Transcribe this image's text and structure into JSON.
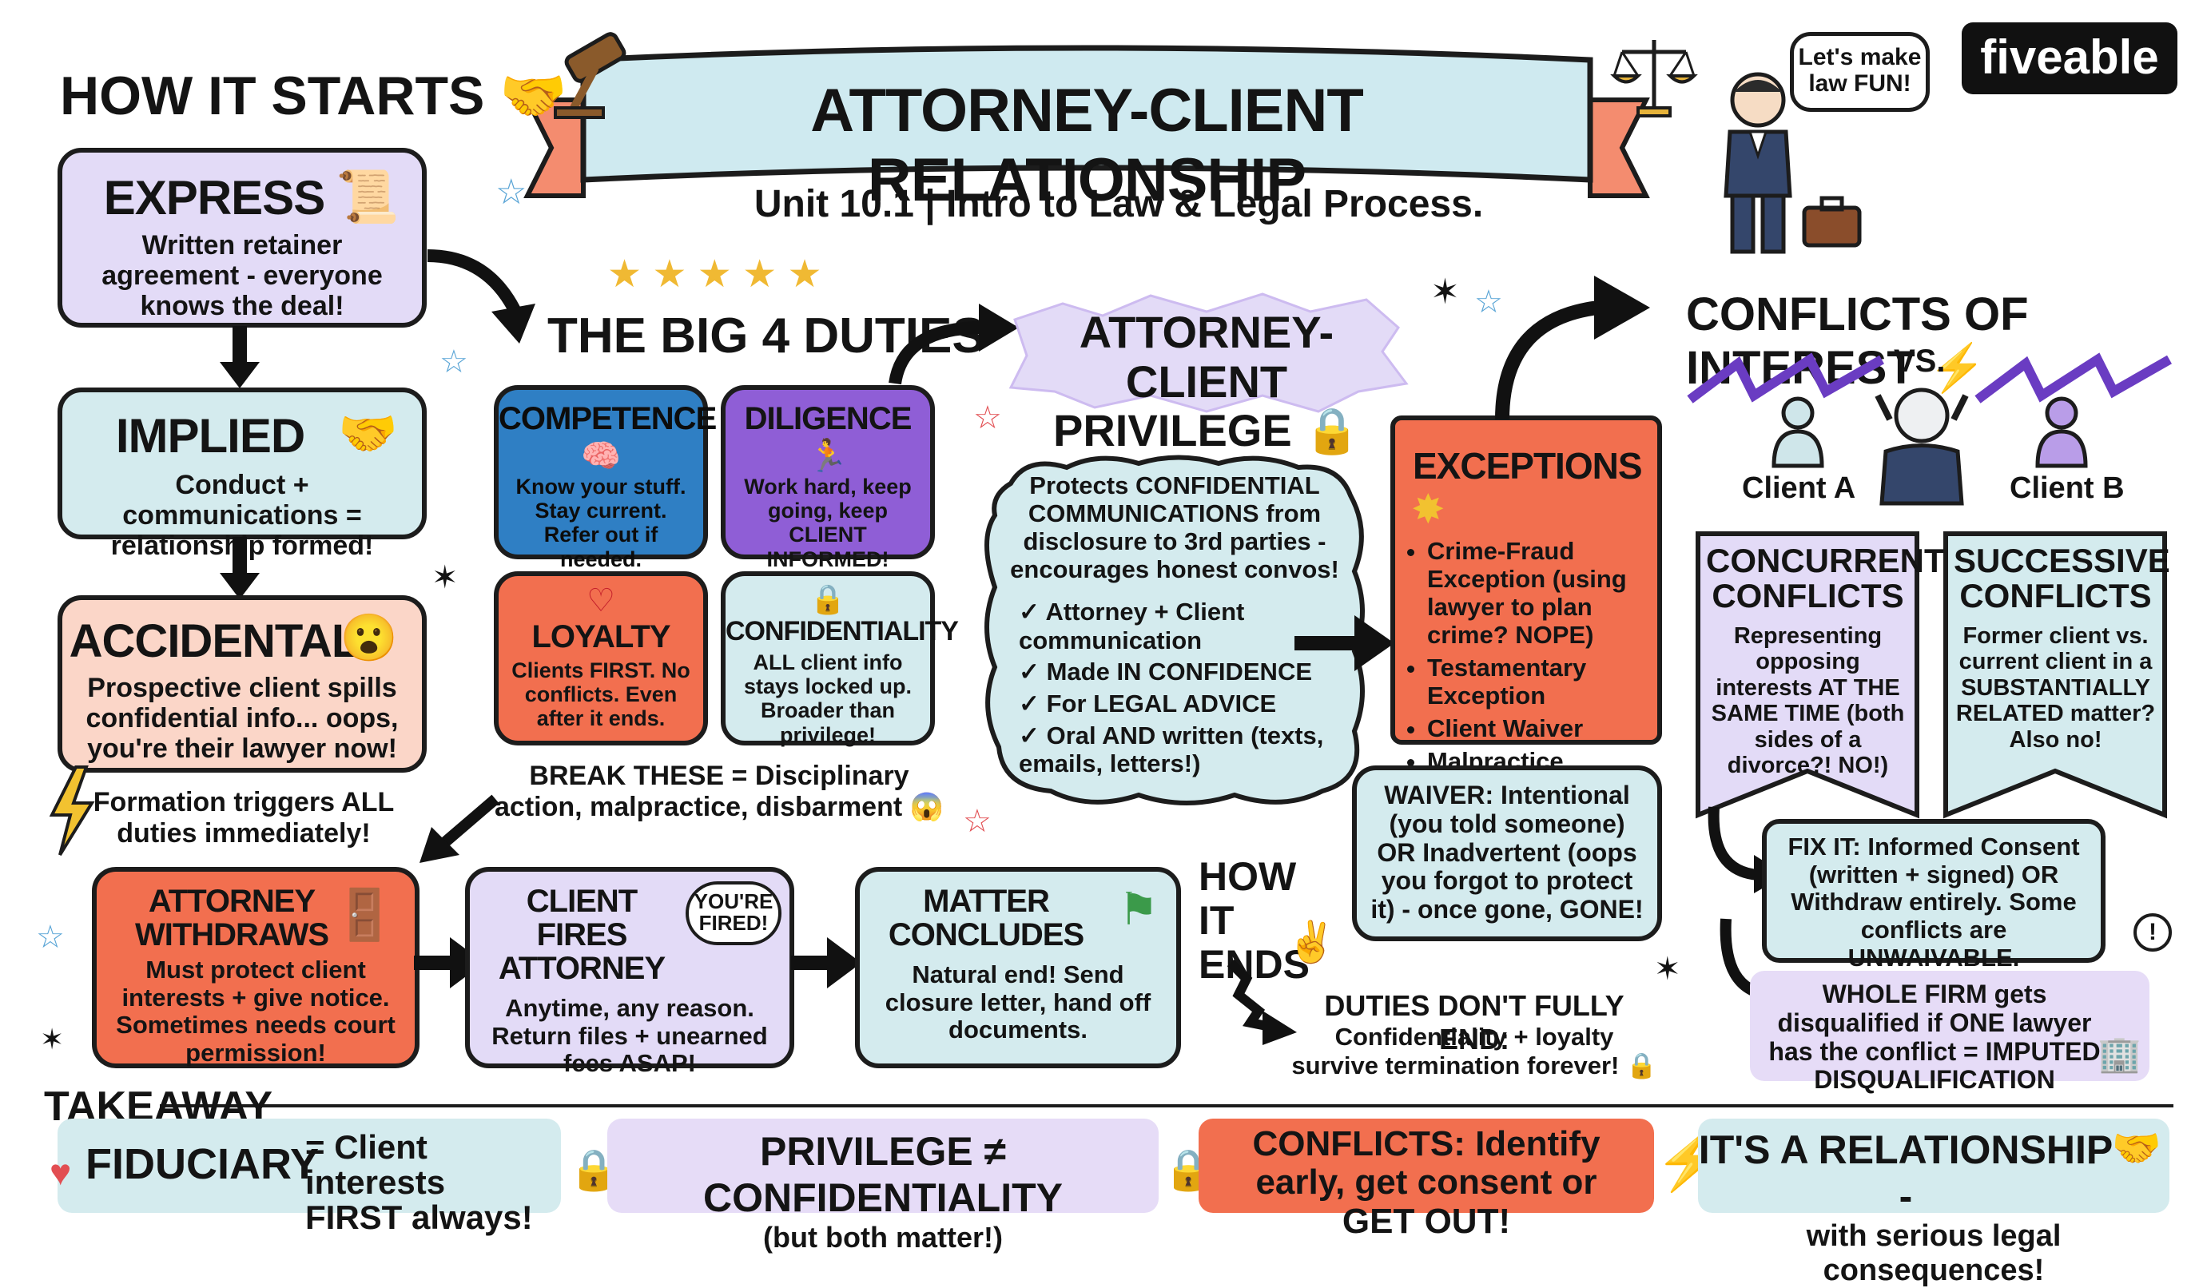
{
  "header": {
    "title": "ATTORNEY-CLIENT RELATIONSHIP",
    "subtitle": "Unit 10.1 | Intro to Law & Legal Process.",
    "brand": "fiveable",
    "mascot_speech": "Let's make law FUN!"
  },
  "how_it_starts": {
    "heading": "HOW IT STARTS",
    "express": {
      "title": "EXPRESS",
      "text": "Written retainer agreement - everyone knows the deal!"
    },
    "implied": {
      "title": "IMPLIED",
      "text": "Conduct + communications = relationship formed!"
    },
    "accidental": {
      "title": "ACCIDENTAL",
      "text": "Prospective client spills confidential info... oops, you're their lawyer now!"
    },
    "trigger_note": "Formation triggers ALL duties immediately!"
  },
  "big_duties": {
    "heading": "THE BIG 4 DUTIES",
    "competence": {
      "title": "COMPETENCE",
      "text": "Know your stuff. Stay current. Refer out if needed."
    },
    "diligence": {
      "title": "DILIGENCE",
      "text": "Work hard, keep going, keep CLIENT INFORMED!"
    },
    "loyalty": {
      "title": "LOYALTY",
      "text": "Clients FIRST. No conflicts. Even after it ends."
    },
    "confidentiality": {
      "title": "CONFIDENTIALITY",
      "text": "ALL client info stays locked up. Broader than privilege!"
    },
    "break_note": "BREAK THESE = Disciplinary action, malpractice, disbarment"
  },
  "privilege": {
    "heading": "ATTORNEY-CLIENT PRIVILEGE",
    "intro": "Protects CONFIDENTIAL COMMUNICATIONS from disclosure to 3rd parties - encourages honest convos!",
    "checks": [
      "Attorney + Client communication",
      "Made IN CONFIDENCE",
      "For LEGAL ADVICE",
      "Oral AND written (texts, emails, letters!)"
    ]
  },
  "exceptions": {
    "heading": "EXCEPTIONS",
    "items": [
      "Crime-Fraud Exception (using lawyer to plan crime? NOPE)",
      "Testamentary Exception",
      "Client Waiver",
      "Malpractice defense."
    ],
    "waiver": "WAIVER: Intentional (you told someone) OR Inadvertent (oops you forgot to protect it) - once gone, GONE!"
  },
  "conflicts": {
    "heading": "CONFLICTS OF INTEREST",
    "vs": "VS.",
    "client_a": "Client A",
    "client_b": "Client B",
    "concurrent": {
      "title": "CONCURRENT CONFLICTS",
      "text": "Representing opposing interests AT THE SAME TIME (both sides of a divorce?! NO!)"
    },
    "successive": {
      "title": "SUCCESSIVE CONFLICTS",
      "text": "Former client vs. current client in a SUBSTANTIALLY RELATED matter? Also no!"
    },
    "fix": "FIX IT: Informed Consent (written + signed) OR Withdraw entirely. Some conflicts are UNWAIVABLE.",
    "imputed": "WHOLE FIRM gets disqualified if ONE lawyer has the conflict = IMPUTED DISQUALIFICATION"
  },
  "how_it_ends": {
    "heading": "HOW IT ENDS",
    "withdraws": {
      "title": "ATTORNEY WITHDRAWS",
      "text": "Must protect client interests + give notice. Sometimes needs court permission!"
    },
    "fires": {
      "title": "CLIENT FIRES ATTORNEY",
      "badge": "YOU'RE FIRED!",
      "text": "Anytime, any reason. Return files + unearned fees ASAP!"
    },
    "concludes": {
      "title": "MATTER CONCLUDES",
      "text": "Natural end! Send closure letter, hand off documents."
    },
    "duties_title": "DUTIES DON'T FULLY END:",
    "duties_text": "Confidentiality + loyalty survive termination forever!"
  },
  "takeaway": {
    "heading": "TAKEAWAY",
    "fiduciary_word": "FIDUCIARY",
    "fiduciary_text": "= Client interests FIRST always!",
    "privilege": "PRIVILEGE ≠ CONFIDENTIALITY",
    "privilege_sub": "(but both matter!)",
    "conflicts": "CONFLICTS: Identify early, get consent or GET OUT!",
    "relationship": "IT'S A RELATIONSHIP -",
    "relationship_sub": "with serious legal consequences!"
  },
  "colors": {
    "purple": "#e3dbf7",
    "teal": "#d4ebee",
    "peach": "#fbd6c8",
    "orange": "#f26f4f",
    "blue": "#2f7fc4",
    "violet": "#8f5ed6"
  },
  "icons": [
    "handshake-icon",
    "document-icon",
    "gavel-icon",
    "scales-icon",
    "brain-icon",
    "runner-icon",
    "heart-icon",
    "lock-icon",
    "door-icon",
    "flag-icon",
    "peace-hand-icon",
    "lightning-icon",
    "star-icon",
    "siren-icon",
    "scroll-icon",
    "building-icon",
    "briefcase-icon",
    "person-icon"
  ]
}
